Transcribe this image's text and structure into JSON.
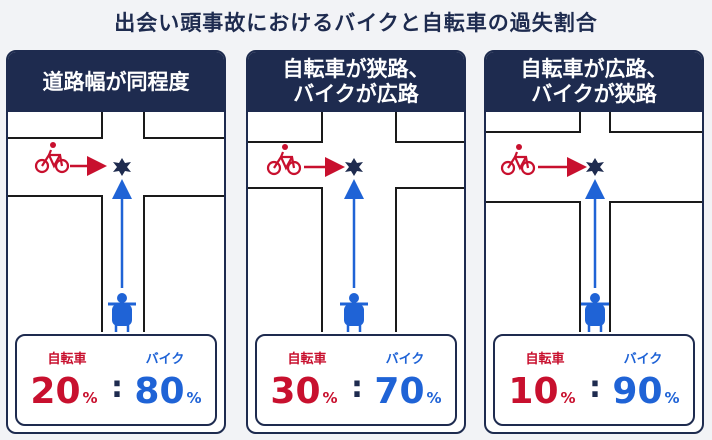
{
  "title": "出会い頭事故におけるバイクと自転車の過失割合",
  "colors": {
    "navy": "#1e2b4f",
    "red": "#c8102e",
    "blue": "#1f63d6"
  },
  "panels": [
    {
      "header": "道路幅が同程度",
      "bicycle_label": "自転車",
      "motorcycle_label": "バイク",
      "bicycle_value": "20",
      "motorcycle_value": "80",
      "unit": "%",
      "icons": [
        "bicycle-icon",
        "motorcycle-icon",
        "collision-icon"
      ]
    },
    {
      "header": "自転車が狭路、\nバイクが広路",
      "bicycle_label": "自転車",
      "motorcycle_label": "バイク",
      "bicycle_value": "30",
      "motorcycle_value": "70",
      "unit": "%",
      "icons": [
        "bicycle-icon",
        "motorcycle-icon",
        "collision-icon"
      ]
    },
    {
      "header": "自転車が広路、\nバイクが狭路",
      "bicycle_label": "自転車",
      "motorcycle_label": "バイク",
      "bicycle_value": "10",
      "motorcycle_value": "90",
      "unit": "%",
      "icons": [
        "bicycle-icon",
        "motorcycle-icon",
        "collision-icon"
      ]
    }
  ]
}
